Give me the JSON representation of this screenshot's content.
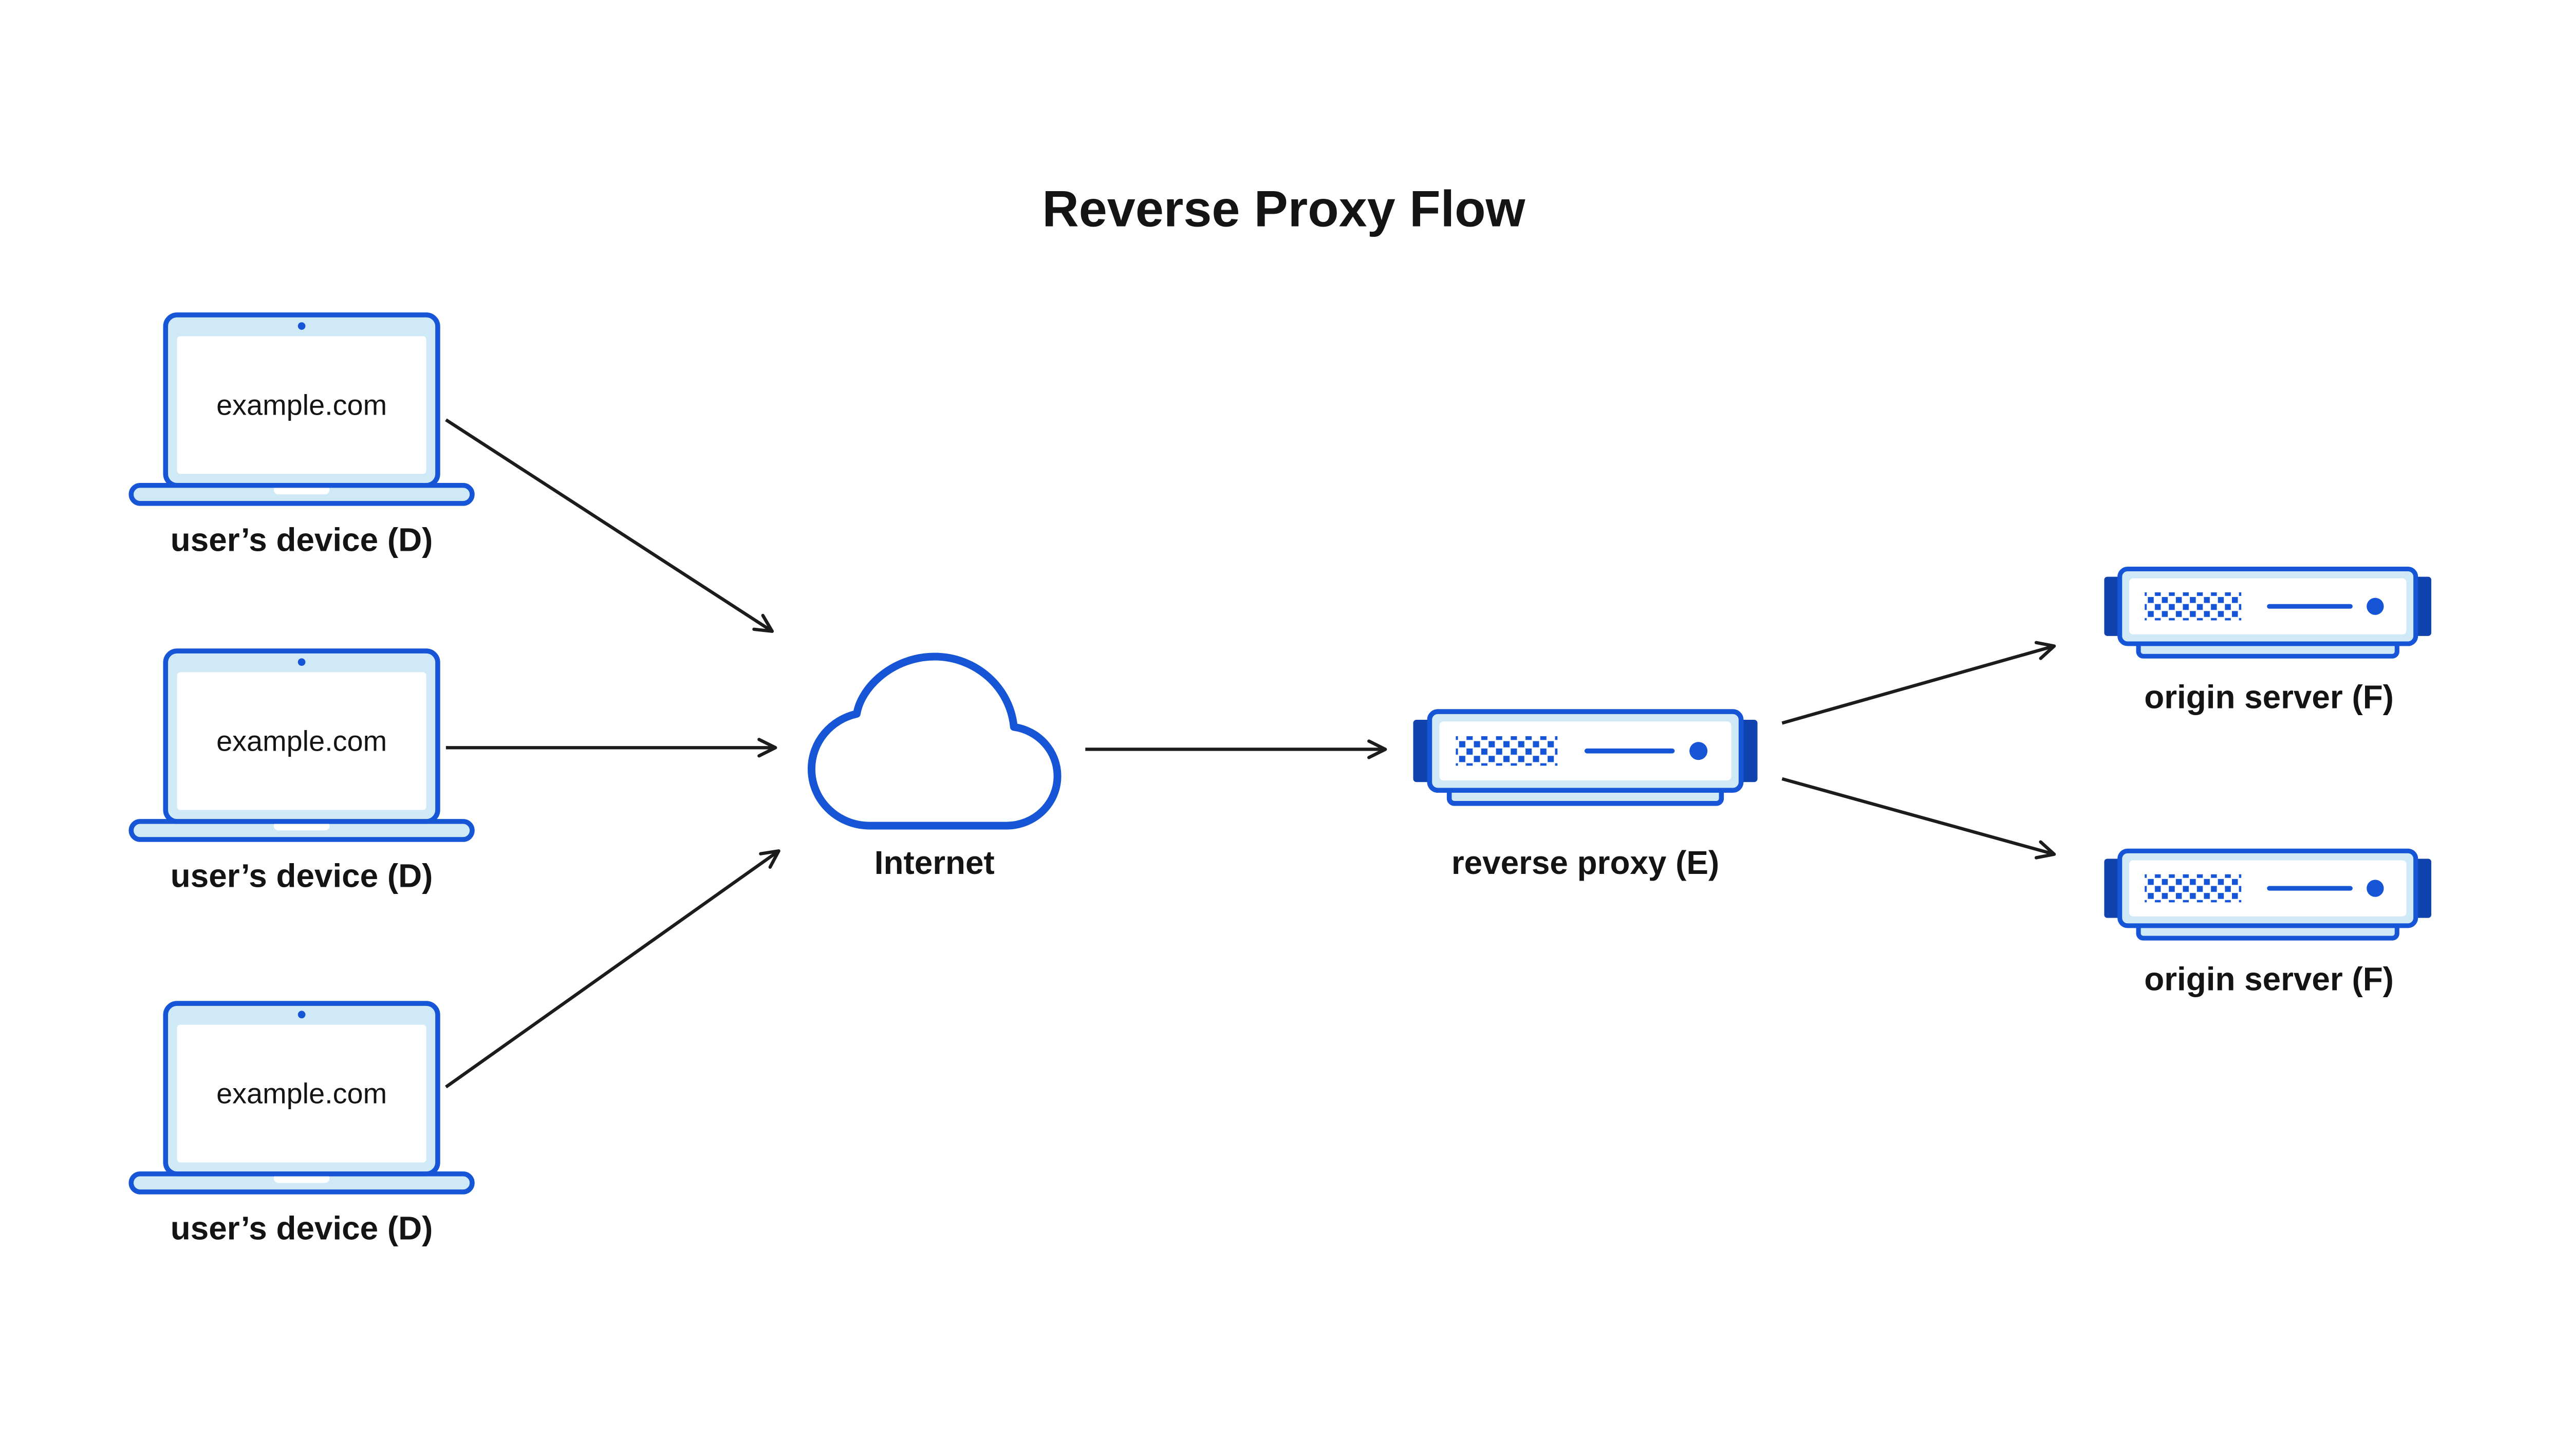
{
  "title": "Reverse Proxy Flow",
  "diagram": {
    "devices": [
      {
        "screen_text": "example.com",
        "label": "user’s device (D)"
      },
      {
        "screen_text": "example.com",
        "label": "user’s device (D)"
      },
      {
        "screen_text": "example.com",
        "label": "user’s device (D)"
      }
    ],
    "internet": {
      "label": "Internet"
    },
    "reverse_proxy": {
      "label": "reverse proxy (E)"
    },
    "origin_servers": [
      {
        "label": "origin server (F)"
      },
      {
        "label": "origin server (F)"
      }
    ],
    "connections": [
      {
        "from": "user-device-1",
        "to": "internet"
      },
      {
        "from": "user-device-2",
        "to": "internet"
      },
      {
        "from": "user-device-3",
        "to": "internet"
      },
      {
        "from": "internet",
        "to": "reverse-proxy"
      },
      {
        "from": "reverse-proxy",
        "to": "origin-server-1"
      },
      {
        "from": "reverse-proxy",
        "to": "origin-server-2"
      }
    ]
  },
  "colors": {
    "accent_blue": "#1656d6",
    "light_blue": "#cfe9f7",
    "dark_navy": "#1143ae",
    "text": "#141414",
    "arrow": "#1c1c1c",
    "background": "#ffffff"
  }
}
